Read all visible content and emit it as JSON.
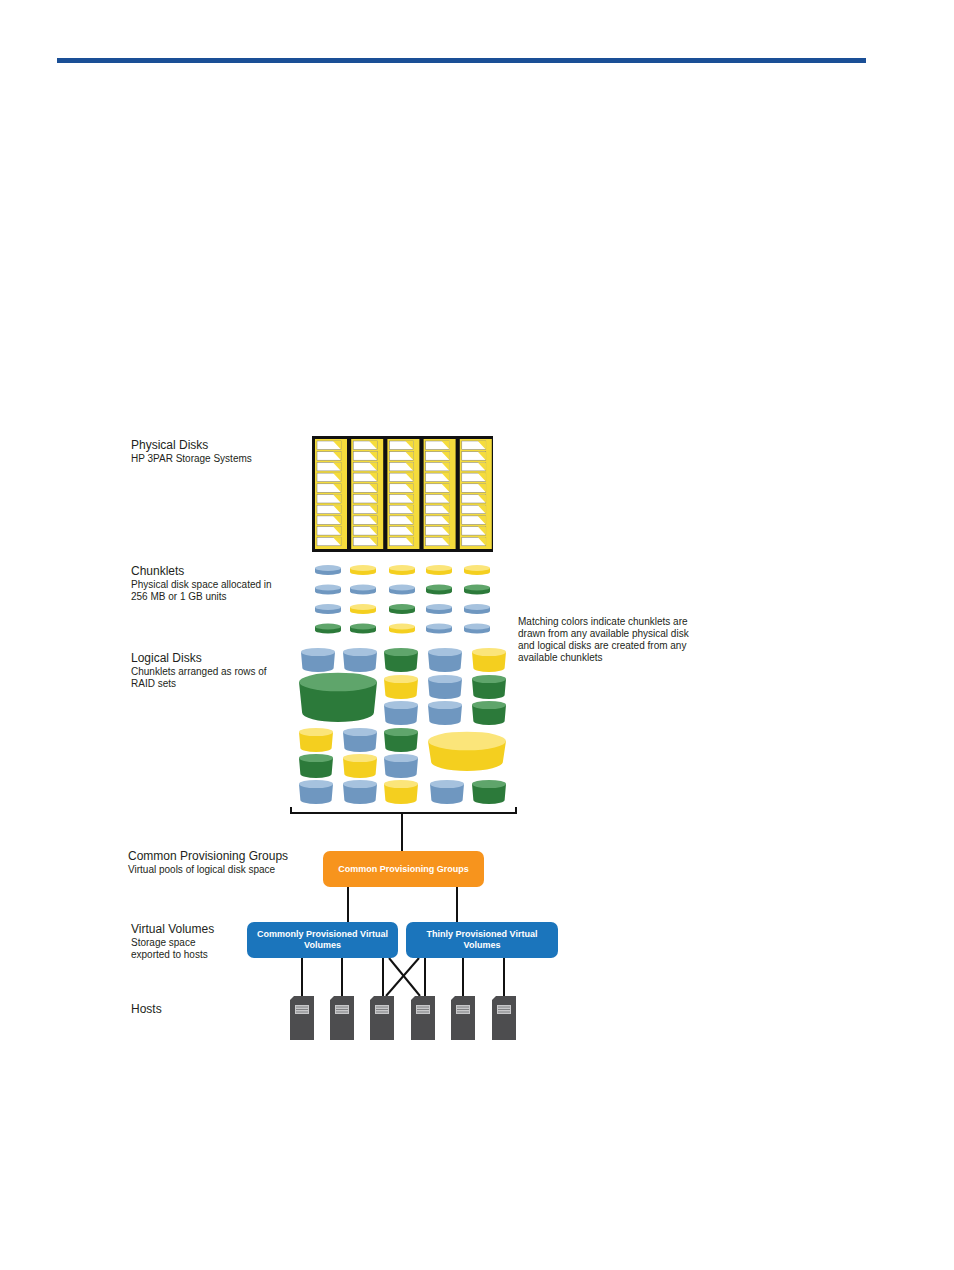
{
  "diagram": {
    "nodes": [
      {
        "text": [
          "Common Provisioning Groups"
        ]
      },
      {
        "text": [
          "Commonly Provisioned Virtual Volumes"
        ]
      },
      {
        "text": [
          "Thinly Provisioned Virtual Volumes"
        ]
      }
    ],
    "edges": [
      {
        "from": 0,
        "to": 1,
        "arrow": "none"
      },
      {
        "from": 0,
        "to": 2,
        "arrow": "none"
      }
    ],
    "labels": [
      "Physical Disks",
      "HP 3PAR Storage Systems",
      "Chunklets",
      "Physical disk space allocated in 256 MB or 1 GB units",
      "Matching colors indicate chunklets are drawn from any available physical disk and logical disks are created from any available chunklets",
      "Logical Disks",
      "Chunklets arranged as rows of RAID sets",
      "Common Provisioning Groups",
      "Virtual pools of logical disk space",
      "Virtual Volumes",
      "Storage space exported to hosts",
      "Hosts"
    ]
  }
}
